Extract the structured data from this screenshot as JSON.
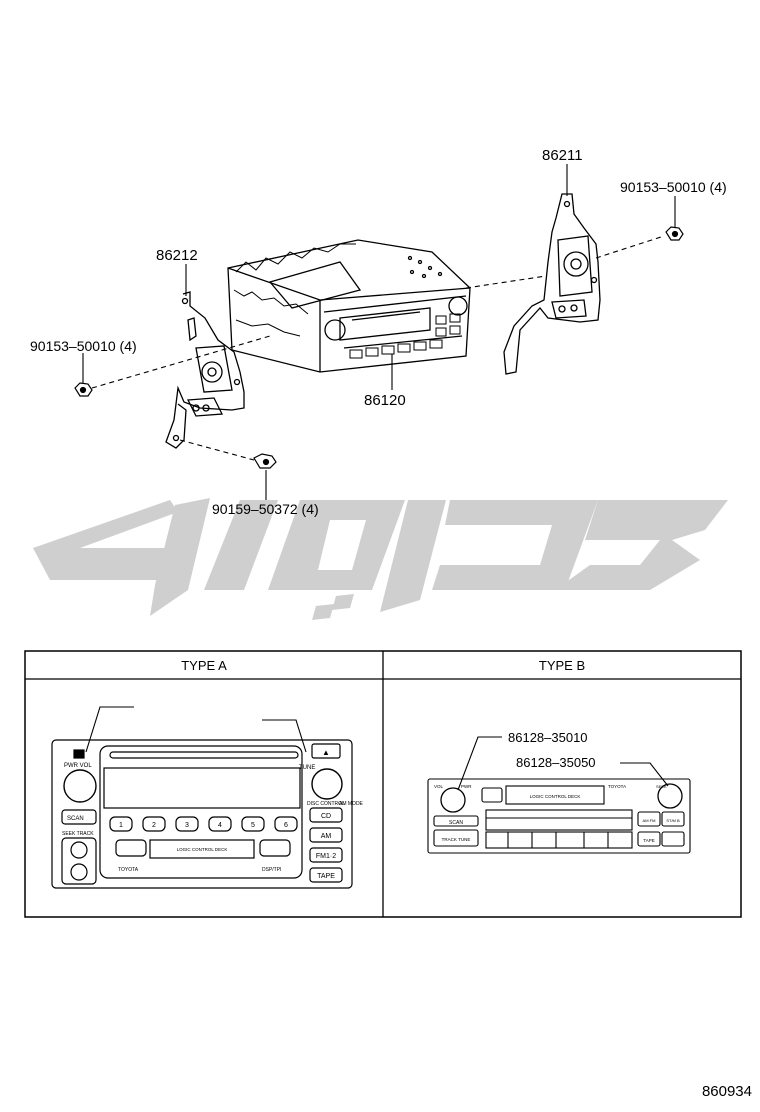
{
  "callouts": {
    "bracket_right": "86211",
    "bolt_right": "90153–50010 (4)",
    "bracket_left": "86212",
    "bolt_left": "90153–50010 (4)",
    "radio_unit": "86120",
    "screw_bottom": "90159–50372 (4)"
  },
  "type_table": {
    "type_a_header": "TYPE A",
    "type_b_header": "TYPE B",
    "type_b_part_1": "86128–35010",
    "type_b_part_2": "86128–35050"
  },
  "type_a_panel": {
    "pwr_vol": "PWR VOL",
    "tune": "TUNE",
    "scan": "SCAN",
    "seek_track": "SEEK TRACK",
    "disc_control": "DISC CONTROL",
    "am_mode": "AM MODE",
    "presets": [
      "1",
      "2",
      "3",
      "4",
      "5",
      "6"
    ],
    "cd": "CD",
    "am": "AM",
    "fm12": "FM1·2",
    "tape": "TAPE",
    "logic_deck": "LOGIC CONTROL DECK",
    "brand": "TOYOTA",
    "dsp": "DSP/TPI",
    "eject": "▲"
  },
  "type_b_panel": {
    "vol": "VOL",
    "pwr": "PWR",
    "logic_deck": "LOGIC CONTROL DECK",
    "brand": "TOYOTA",
    "scan": "SCAN",
    "track_tune": "TRACK TUNE",
    "am_fm": "AM FM",
    "st": "ST/M B",
    "tape": "TAPE",
    "seek": "SEEK"
  },
  "watermark_color": "#cfcfcf",
  "figure_id": "860934"
}
